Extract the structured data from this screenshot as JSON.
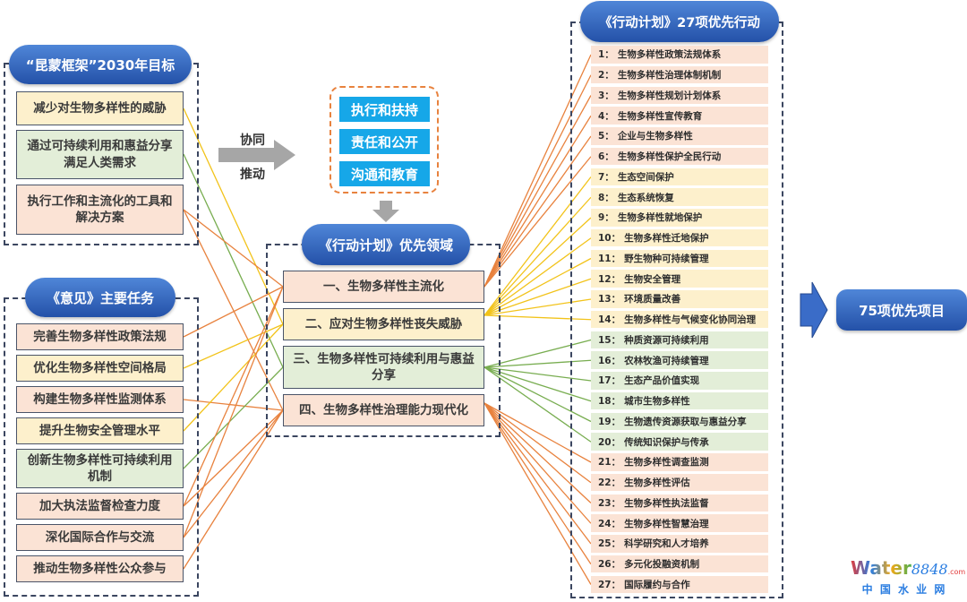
{
  "kunming": {
    "title": "“昆蒙框架”2030年目标",
    "goals": [
      {
        "label": "减少对生物多样性的威胁",
        "color": "yellow"
      },
      {
        "label": "通过可持续利用和惠益分享满足人类需求",
        "color": "green"
      },
      {
        "label": "执行工作和主流化的工具和解决方案",
        "color": "peach"
      }
    ]
  },
  "opinions": {
    "title": "《意见》主要任务",
    "tasks": [
      {
        "label": "完善生物多样性政策法规",
        "color": "peach"
      },
      {
        "label": "优化生物多样性空间格局",
        "color": "yellow"
      },
      {
        "label": "构建生物多样性监测体系",
        "color": "peach"
      },
      {
        "label": "提升生物安全管理水平",
        "color": "yellow"
      },
      {
        "label": "创新生物多样性可持续利用机制",
        "color": "green"
      },
      {
        "label": "加大执法监督检查力度",
        "color": "peach"
      },
      {
        "label": "深化国际合作与交流",
        "color": "peach"
      },
      {
        "label": "推动生物多样性公众参与",
        "color": "peach"
      }
    ]
  },
  "synergy": {
    "top_label": "协同",
    "bottom_label": "推动"
  },
  "mechanisms": [
    "执行和扶持",
    "责任和公开",
    "沟通和教育"
  ],
  "priority_areas": {
    "title": "《行动计划》优先领域",
    "areas": [
      {
        "label": "一、生物多样性主流化",
        "color": "peach"
      },
      {
        "label": "二、应对生物多样性丧失威胁",
        "color": "yellow"
      },
      {
        "label": "三、生物多样性可持续利用与惠益分享",
        "color": "green"
      },
      {
        "label": "四、生物多样性治理能力现代化",
        "color": "peach"
      }
    ]
  },
  "actions": {
    "title": "《行动计划》27项优先行动",
    "items": [
      {
        "num": "1：",
        "label": "生物多样性政策法规体系",
        "area": 0
      },
      {
        "num": "2：",
        "label": "生物多样性治理体制机制",
        "area": 0
      },
      {
        "num": "3：",
        "label": "生物多样性规划计划体系",
        "area": 0
      },
      {
        "num": "4：",
        "label": "生物多样性宣传教育",
        "area": 0
      },
      {
        "num": "5：",
        "label": "企业与生物多样性",
        "area": 0
      },
      {
        "num": "6：",
        "label": "生物多样性保护全民行动",
        "area": 0
      },
      {
        "num": "7：",
        "label": "生态空间保护",
        "area": 1
      },
      {
        "num": "8：",
        "label": "生态系统恢复",
        "area": 1
      },
      {
        "num": "9：",
        "label": "生物多样性就地保护",
        "area": 1
      },
      {
        "num": "10：",
        "label": "生物多样性迁地保护",
        "area": 1
      },
      {
        "num": "11：",
        "label": "野生物种可持续管理",
        "area": 1
      },
      {
        "num": "12：",
        "label": "生物安全管理",
        "area": 1
      },
      {
        "num": "13：",
        "label": "环境质量改善",
        "area": 1
      },
      {
        "num": "14：",
        "label": "生物多样性与气候变化协同治理",
        "area": 1
      },
      {
        "num": "15：",
        "label": "种质资源可持续利用",
        "area": 2
      },
      {
        "num": "16：",
        "label": "农林牧渔可持续管理",
        "area": 2
      },
      {
        "num": "17：",
        "label": "生态产品价值实现",
        "area": 2
      },
      {
        "num": "18：",
        "label": "城市生物多样性",
        "area": 2
      },
      {
        "num": "19：",
        "label": "生物遗传资源获取与惠益分享",
        "area": 2
      },
      {
        "num": "20：",
        "label": "传统知识保护与传承",
        "area": 2
      },
      {
        "num": "21：",
        "label": "生物多样性调查监测",
        "area": 3
      },
      {
        "num": "22：",
        "label": "生物多样性评估",
        "area": 3
      },
      {
        "num": "23：",
        "label": "生物多样性执法监督",
        "area": 3
      },
      {
        "num": "24：",
        "label": "生物多样性智慧治理",
        "area": 3
      },
      {
        "num": "25：",
        "label": "科学研究和人才培养",
        "area": 3
      },
      {
        "num": "26：",
        "label": "多元化投融资机制",
        "area": 3
      },
      {
        "num": "27：",
        "label": "国际履约与合作",
        "area": 3
      }
    ]
  },
  "result": {
    "label": "75项优先项目"
  },
  "links": {
    "goals_to_areas": [
      [
        0,
        1
      ],
      [
        1,
        2
      ],
      [
        2,
        0
      ],
      [
        2,
        3
      ]
    ],
    "tasks_to_areas": [
      [
        0,
        0
      ],
      [
        1,
        1
      ],
      [
        2,
        3
      ],
      [
        3,
        1
      ],
      [
        4,
        2
      ],
      [
        5,
        3
      ],
      [
        5,
        0
      ],
      [
        6,
        3
      ],
      [
        6,
        0
      ],
      [
        7,
        3
      ]
    ]
  },
  "colors": {
    "peach": "#fbe3d5",
    "yellow": "#fdf0cc",
    "green": "#e3eed8",
    "line_peach": "#e8823e",
    "line_yellow": "#f2c31a",
    "line_green": "#78ad50",
    "pill_blue": "#2f62b8",
    "cyan": "#16a7e8",
    "arrow_gray": "#a6a6a6"
  },
  "watermark": {
    "brand": "Water",
    "digits": "8848",
    "domain": ".com",
    "subtitle": "中 国 水 业 网"
  }
}
